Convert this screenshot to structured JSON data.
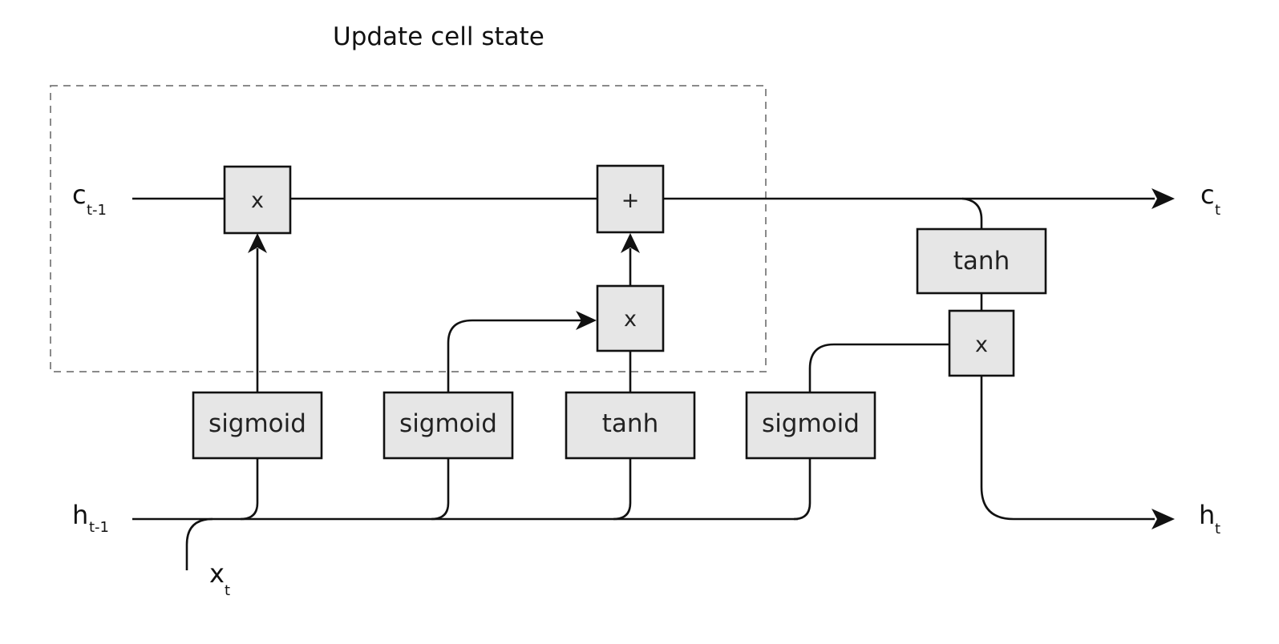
{
  "title": "Update cell state",
  "inputs": {
    "c_prev": {
      "base": "c",
      "sub": "t-1"
    },
    "h_prev": {
      "base": "h",
      "sub": "t-1"
    },
    "x": {
      "base": "x",
      "sub": "t"
    }
  },
  "outputs": {
    "c": {
      "base": "c",
      "sub": "t"
    },
    "h": {
      "base": "h",
      "sub": "t"
    }
  },
  "gates": {
    "forget": "sigmoid",
    "input": "sigmoid",
    "candidate": "tanh",
    "output": "sigmoid",
    "cell_activation": "tanh"
  },
  "operators": {
    "forget_multiply": "x",
    "add": "+",
    "input_multiply": "x",
    "output_multiply": "x"
  }
}
